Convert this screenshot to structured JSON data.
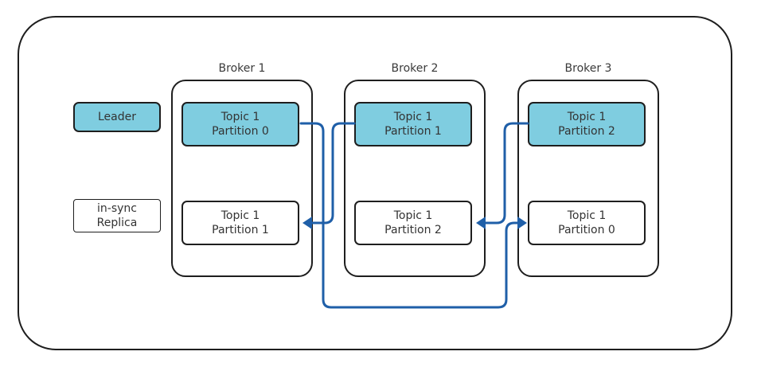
{
  "legend": {
    "leader_label": "Leader",
    "replica_label_line1": "in-sync",
    "replica_label_line2": "Replica"
  },
  "brokers": [
    {
      "title": "Broker 1",
      "leader": {
        "line1": "Topic 1",
        "line2": "Partition 0"
      },
      "replica": {
        "line1": "Topic 1",
        "line2": "Partition 1"
      }
    },
    {
      "title": "Broker 2",
      "leader": {
        "line1": "Topic 1",
        "line2": "Partition 1"
      },
      "replica": {
        "line1": "Topic 1",
        "line2": "Partition 2"
      }
    },
    {
      "title": "Broker 3",
      "leader": {
        "line1": "Topic 1",
        "line2": "Partition 2"
      },
      "replica": {
        "line1": "Topic 1",
        "line2": "Partition 0"
      }
    }
  ],
  "colors": {
    "leader_fill": "#7fcde0",
    "arrow": "#1f5fa8",
    "outline": "#1e1e1e"
  }
}
